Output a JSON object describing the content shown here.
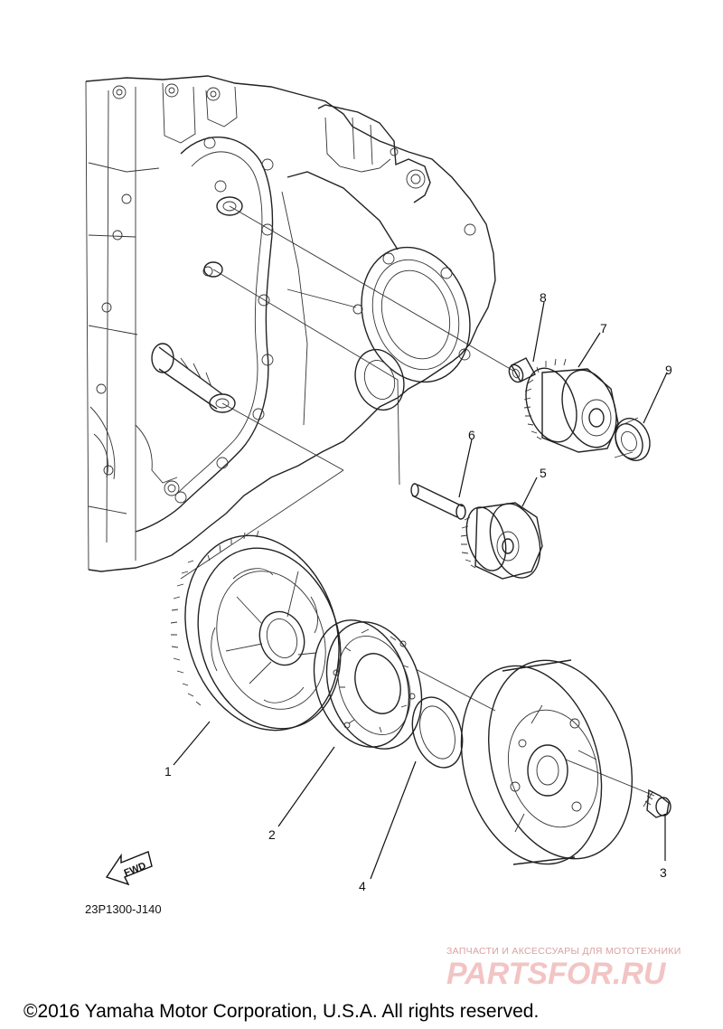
{
  "callouts": [
    {
      "number": "1",
      "part": "starter-driven-gear"
    },
    {
      "number": "2",
      "part": "starter-clutch"
    },
    {
      "number": "3",
      "part": "bolt"
    },
    {
      "number": "4",
      "part": "washer"
    },
    {
      "number": "5",
      "part": "idle-gear"
    },
    {
      "number": "6",
      "part": "shaft"
    },
    {
      "number": "7",
      "part": "idle-gear"
    },
    {
      "number": "8",
      "part": "bearing"
    },
    {
      "number": "9",
      "part": "bearing"
    }
  ],
  "diagram_code": "23P1300-J140",
  "fwd_label": "FWD",
  "watermark": {
    "tagline": "ЗАПЧАСТИ И АКСЕССУАРЫ ДЛЯ МОТОТЕХНИКИ",
    "logo": "PARTSFOR.RU"
  },
  "copyright": "©2016 Yamaha Motor Corporation, U.S.A. All rights reserved."
}
